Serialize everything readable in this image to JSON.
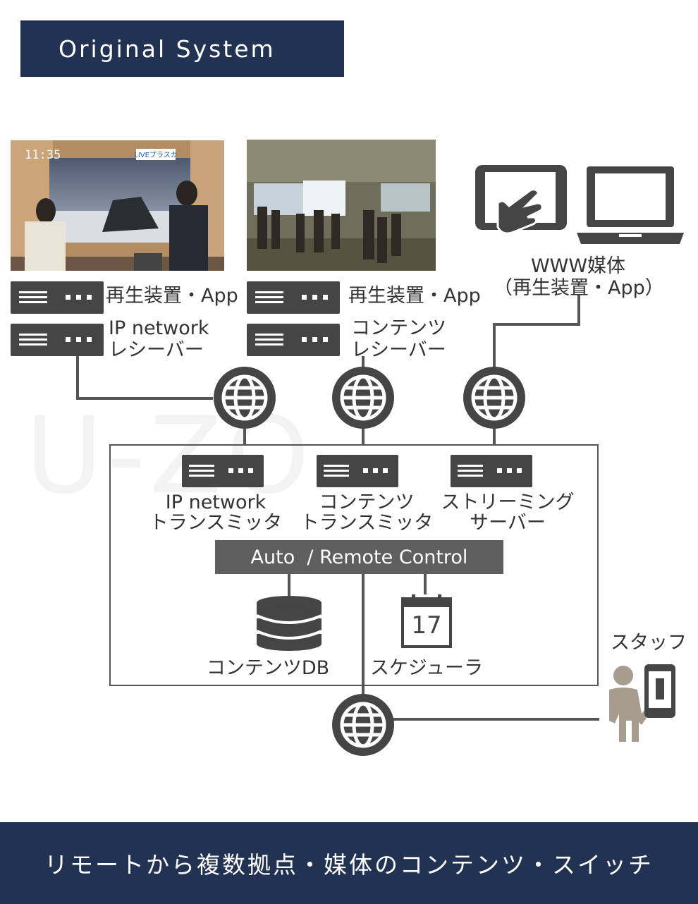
{
  "header": {
    "title": "Original System"
  },
  "photos": {
    "tv_studio": {
      "clock": "11:35",
      "channel_badge": "LIVEプラスカ"
    },
    "venue": {}
  },
  "watermark": "U-ZO",
  "receivers": {
    "left": {
      "player_label": "再生装置・App",
      "receiver_label_1": "IP network",
      "receiver_label_2": "レシーバー"
    },
    "middle": {
      "player_label": "再生装置・App",
      "receiver_label_1": "コンテンツ",
      "receiver_label_2": "レシーバー"
    },
    "right": {
      "label_1": "WWW媒体",
      "label_2": "（再生装置・App）"
    }
  },
  "system": {
    "transmitters": [
      {
        "label_1": "IP network",
        "label_2": "トランスミッタ"
      },
      {
        "label_1": "コンテンツ",
        "label_2": "トランスミッタ"
      },
      {
        "label_1": "ストリーミング",
        "label_2": "サーバー"
      }
    ],
    "control_label": "Auto  / Remote Control",
    "db_label": "コンテンツDB",
    "scheduler_label": "スケジューラ",
    "calendar_day": "17"
  },
  "staff": {
    "label": "スタッフ"
  },
  "footer": {
    "tagline": "リモートから複数拠点・媒体のコンテンツ・スイッチ"
  },
  "colors": {
    "navy": "#223253",
    "device": "#454545",
    "line": "#555555"
  }
}
